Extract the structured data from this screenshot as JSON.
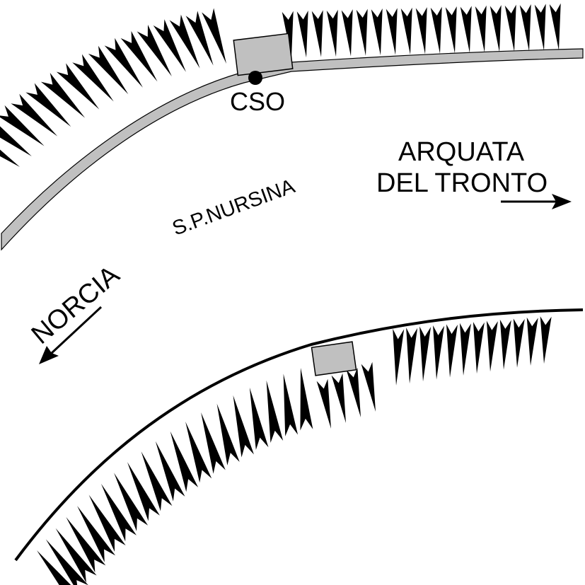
{
  "labels": {
    "cso": "CSO",
    "road": "S.P.NURSINA",
    "direction_east_line1": "ARQUATA",
    "direction_east_line2": "DEL TRONTO",
    "direction_west": "NORCIA"
  },
  "colors": {
    "ink": "#000000",
    "road_fill": "#c0c0c0",
    "station_fill": "#c0c0c0",
    "background": "#ffffff"
  },
  "icons": {
    "east_arrow": "arrow-right-icon",
    "west_arrow": "arrow-down-left-icon",
    "station_point": "filled-circle-icon"
  }
}
